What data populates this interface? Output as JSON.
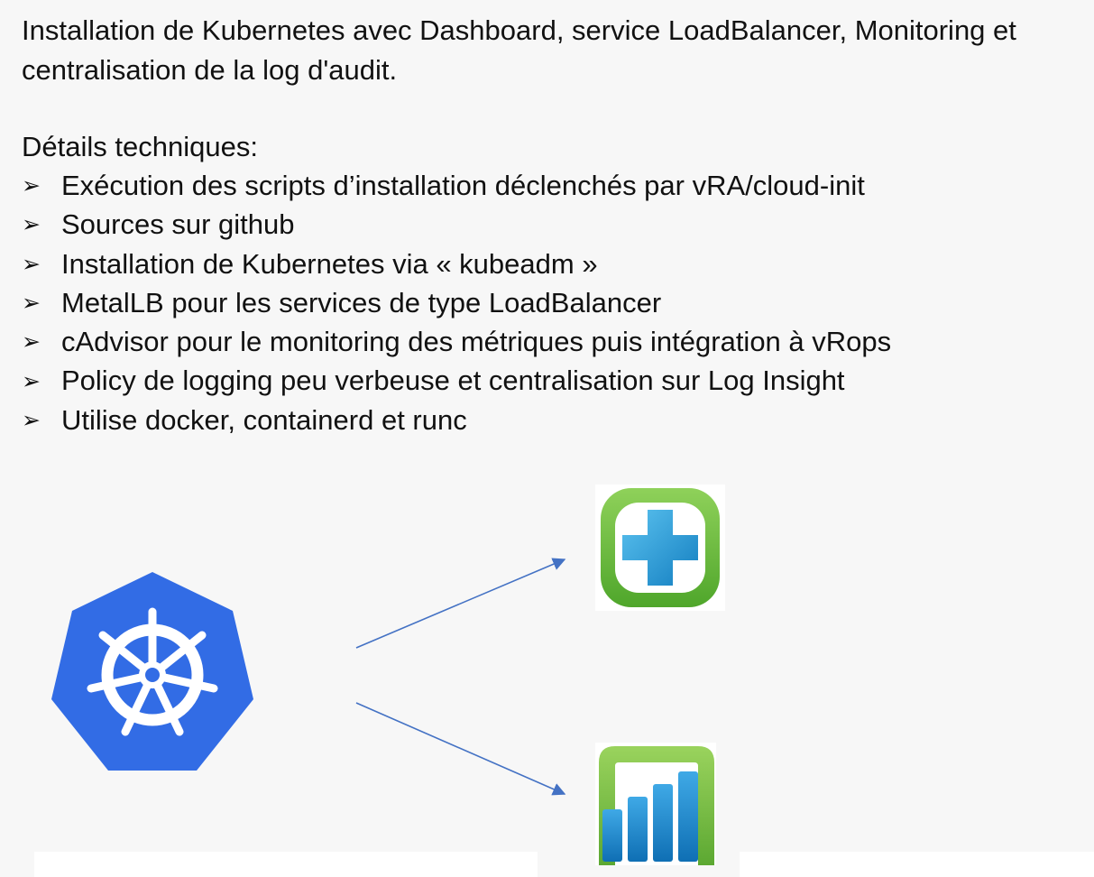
{
  "intro_text": "Installation de Kubernetes avec Dashboard, service LoadBalancer, Monitoring et centralisation de la log d'audit.",
  "details_title": "Détails techniques:",
  "bullet_symbol": "➢",
  "bullets": [
    "Exécution des scripts d’installation déclenchés par vRA/cloud-init",
    "Sources sur github",
    "Installation de Kubernetes via « kubeadm »",
    "MetalLB pour les services de type LoadBalancer",
    "cAdvisor pour le monitoring des métriques puis intégration à vRops",
    "Policy de logging peu verbeuse et centralisation sur Log Insight",
    "Utilise docker, containerd et runc"
  ],
  "icons": {
    "kubernetes": "kubernetes-logo-icon",
    "vrealize_automation": "vrealize-automation-icon",
    "vrealize_operations": "vrealize-operations-icon"
  },
  "colors": {
    "kubernetes_blue": "#326ce5",
    "vra_green": "#6cbf3e",
    "vra_blue": "#1e9bd7",
    "vrops_green": "#7dc242",
    "vrops_blue": "#1b84c6",
    "arrow_blue": "#4472c4"
  }
}
